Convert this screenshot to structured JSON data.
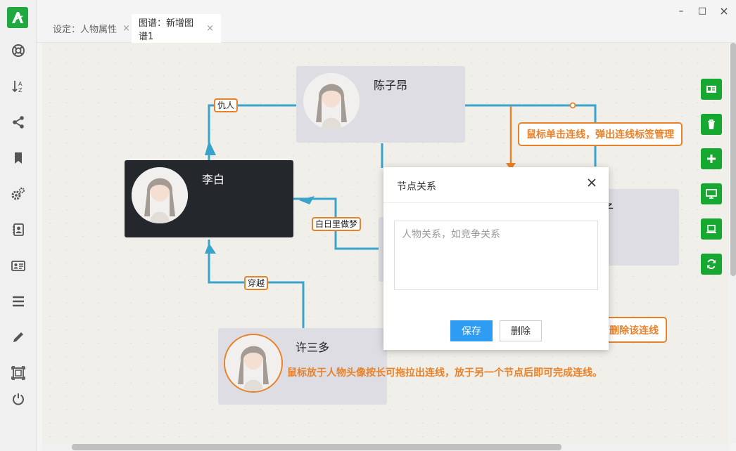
{
  "tabs": [
    {
      "label": "设定：人物属性",
      "close": "×"
    },
    {
      "label": "图谱：新增图谱1",
      "close": "×"
    }
  ],
  "window_controls": {
    "minimize": "–",
    "maximize": "□",
    "close": "×"
  },
  "nodes": {
    "chenziang": {
      "name": "陈子昂"
    },
    "libai": {
      "name": "李白"
    },
    "xusanduo": {
      "name": "许三多"
    },
    "partial": {
      "name": "子"
    }
  },
  "edges": {
    "enemy": "仇人",
    "daydream": "白日里做梦",
    "travel": "穿越"
  },
  "callouts": {
    "click_edge": "鼠标单击连线，弹出连线标签管理",
    "delete_edge": "点击删除可删除该连线",
    "drag_hint": "鼠标放于人物头像按长可拖拉出连线，放于另一个节点后即可完成连线。"
  },
  "dialog": {
    "title": "节点关系",
    "textarea_placeholder": "人物关系，如竞争关系",
    "textarea_value": "",
    "save_label": "保存",
    "delete_label": "删除"
  },
  "colors": {
    "accent_green": "#16a830",
    "edge_blue": "#3aa3c9",
    "highlight_orange": "#e8822a",
    "save_blue": "#2d9cf2"
  },
  "sidebar_icons": [
    "help-icon",
    "sort-az-icon",
    "share-icon",
    "bookmark-icon",
    "settings-icon",
    "contacts-icon",
    "id-card-icon",
    "list-icon",
    "edit-icon",
    "fit-screen-icon",
    "power-icon"
  ],
  "tool_icons": [
    "card-icon",
    "trash-icon",
    "add-icon",
    "monitor-icon",
    "laptop-icon",
    "refresh-icon"
  ]
}
